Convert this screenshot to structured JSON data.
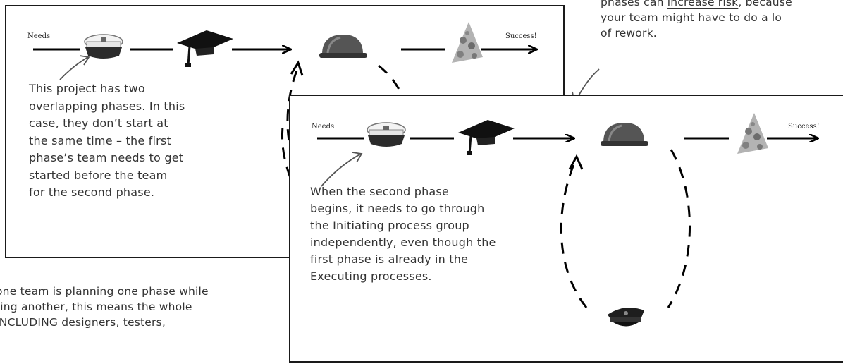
{
  "top_right_note": {
    "line1_pre": "phases can ",
    "line1_underlined": "increase risk",
    "line1_post": ", because",
    "line2": "your team might have to do a lo",
    "line3": "of rework."
  },
  "bottom_left_note": {
    "line1": "one team is planning one phase while",
    "line2": "ting another, this means the whole",
    "line3": "INCLUDING designers, testers,"
  },
  "panel1": {
    "start_label": "Needs",
    "end_label": "Success!",
    "annotation": [
      "This project has two",
      "overlapping phases. In this",
      "case, they don’t start at",
      "the same time – the first",
      "phase’s team needs to get",
      "started before the team",
      "for the second phase."
    ]
  },
  "panel2": {
    "start_label": "Needs",
    "end_label": "Success!",
    "annotation": [
      "When the second phase",
      "begins, it needs to go through",
      "the Initiating process group",
      "independently, even though the",
      "first phase is already in the",
      "Executing processes."
    ]
  },
  "icons": {
    "captain_hat_color": "#2b2b2b",
    "mortarboard_color": "#111111",
    "hard_hat_color": "#444444",
    "party_hat_color": "#a9a9a9",
    "police_cap_color": "#1e1e1e"
  }
}
